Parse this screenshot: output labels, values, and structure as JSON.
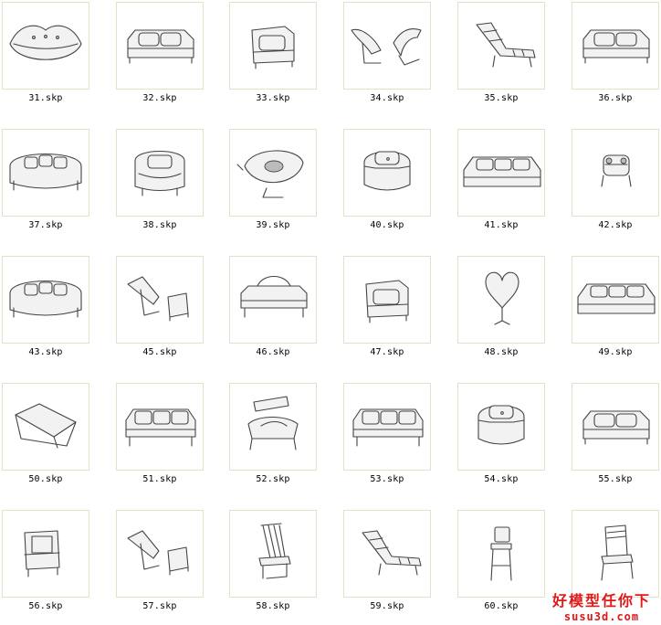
{
  "thumbnails": [
    {
      "label": "31.skp",
      "icon": "lip-sofa"
    },
    {
      "label": "32.skp",
      "icon": "two-seat-sofa"
    },
    {
      "label": "33.skp",
      "icon": "armchair"
    },
    {
      "label": "34.skp",
      "icon": "lounge-chairs"
    },
    {
      "label": "35.skp",
      "icon": "chaise-lounge"
    },
    {
      "label": "36.skp",
      "icon": "two-seat-sofa"
    },
    {
      "label": "37.skp",
      "icon": "curved-sofa"
    },
    {
      "label": "38.skp",
      "icon": "tub-chair"
    },
    {
      "label": "39.skp",
      "icon": "bowl-chair"
    },
    {
      "label": "40.skp",
      "icon": "club-chair"
    },
    {
      "label": "41.skp",
      "icon": "long-sofa"
    },
    {
      "label": "42.skp",
      "icon": "small-chair"
    },
    {
      "label": "43.skp",
      "icon": "curved-sofa"
    },
    {
      "label": "45.skp",
      "icon": "lounge-and-ottoman"
    },
    {
      "label": "46.skp",
      "icon": "frame-sofa"
    },
    {
      "label": "47.skp",
      "icon": "armchair"
    },
    {
      "label": "48.skp",
      "icon": "heart-chair"
    },
    {
      "label": "49.skp",
      "icon": "long-sofa"
    },
    {
      "label": "50.skp",
      "icon": "sled-chair"
    },
    {
      "label": "51.skp",
      "icon": "three-seat-sofa"
    },
    {
      "label": "52.skp",
      "icon": "recliner"
    },
    {
      "label": "53.skp",
      "icon": "three-seat-sofa"
    },
    {
      "label": "54.skp",
      "icon": "club-chair"
    },
    {
      "label": "55.skp",
      "icon": "two-seat-sofa"
    },
    {
      "label": "56.skp",
      "icon": "box-chair"
    },
    {
      "label": "57.skp",
      "icon": "lounge-and-ottoman"
    },
    {
      "label": "58.skp",
      "icon": "slat-chair"
    },
    {
      "label": "59.skp",
      "icon": "chaise-lounge"
    },
    {
      "label": "60.skp",
      "icon": "bar-stool"
    },
    {
      "label": "",
      "icon": "dining-chair"
    }
  ],
  "watermark": {
    "line1": "好模型任你下",
    "line2": "susu3d.com"
  }
}
